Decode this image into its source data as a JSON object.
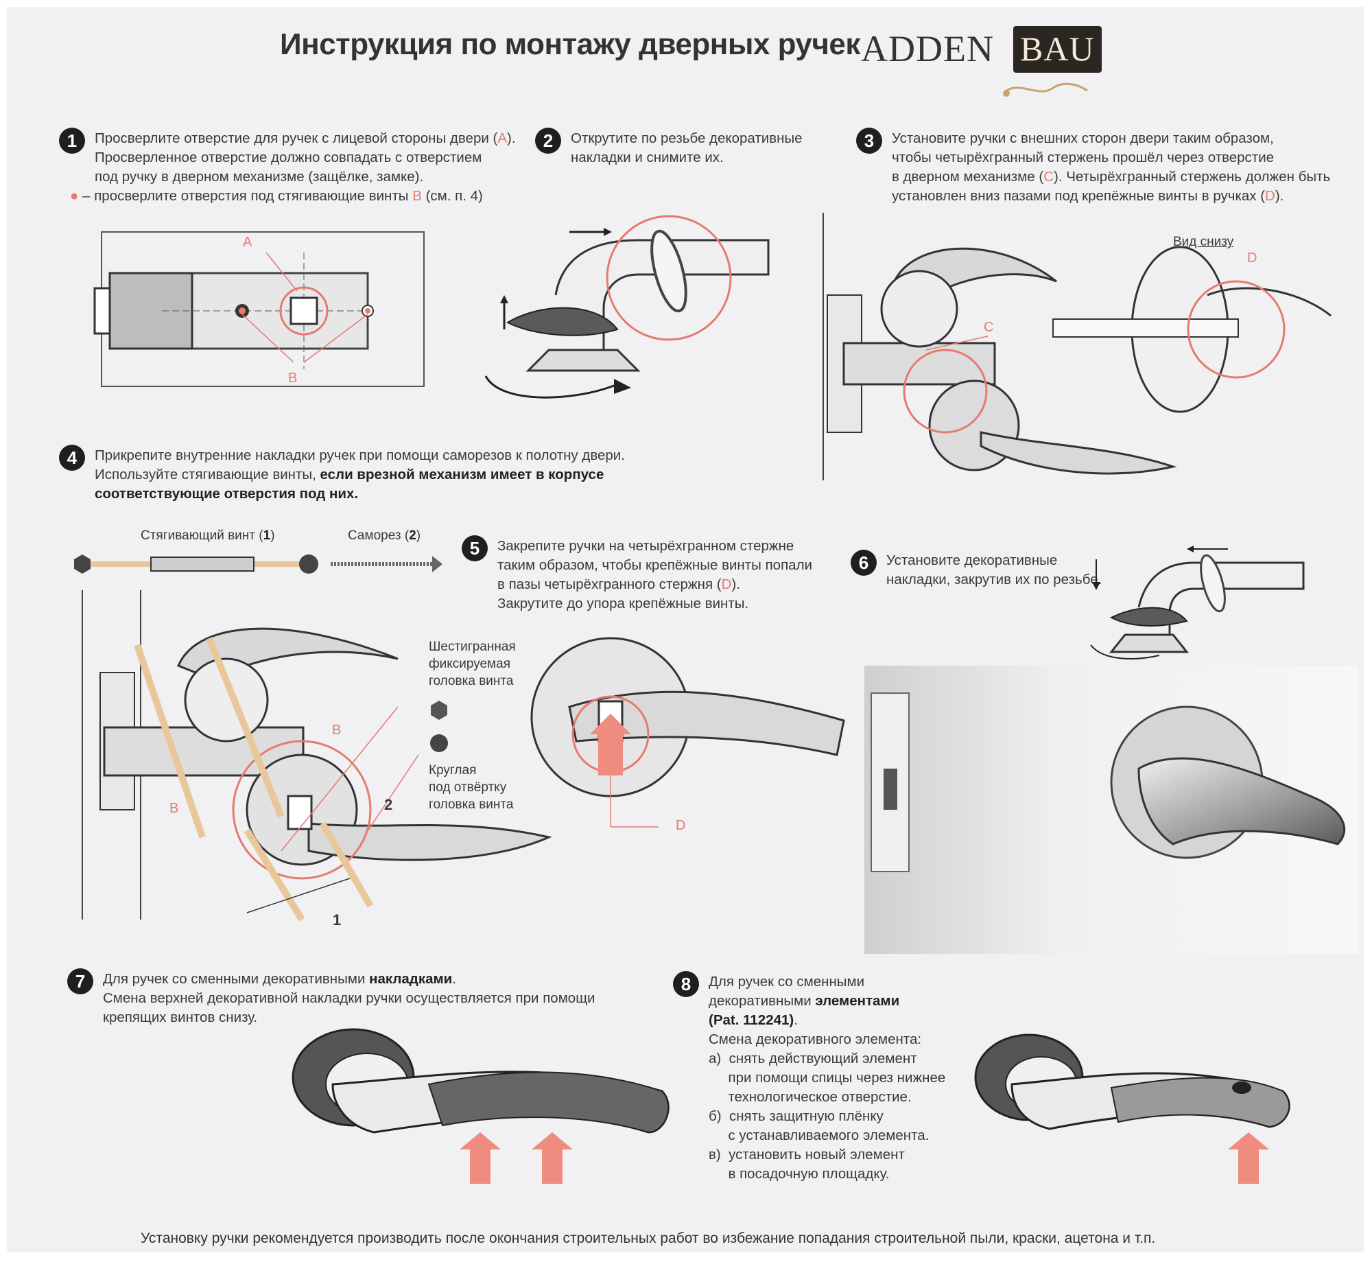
{
  "header": {
    "title": "Инструкция по монтажу дверных ручек",
    "logo_left": "ADDEN",
    "logo_right": "BAU"
  },
  "steps": {
    "s1": {
      "num": "1",
      "lines": [
        "Просверлите отверстие для ручек с лицевой стороны двери (",
        "A",
        ").",
        "Просверленное отверстие должно совпадать с отверстием",
        "под ручку в дверном механизме (защёлке, замке).",
        "– просверлите отверстия под стягивающие винты ",
        "B",
        " (см. п. 4)"
      ]
    },
    "s2": {
      "num": "2",
      "lines": [
        "Открутите по резьбе декоративные",
        "накладки и снимите их."
      ]
    },
    "s3": {
      "num": "3",
      "lines": [
        "Установите ручки с внешних сторон двери таким образом,",
        "чтобы четырёхгранный стержень прошёл через отверстие",
        "в дверном механизме (",
        "C",
        "). Четырёхгранный стержень должен быть",
        "установлен вниз пазами под крепёжные винты в ручках (",
        "D",
        ")."
      ]
    },
    "s4": {
      "num": "4",
      "lines": [
        "Прикрепите внутренние накладки ручек при помощи саморезов к полотну двери.",
        "Используйте стягивающие винты, ",
        "если врезной механизм имеет в корпусе",
        "соответствующие отверстия под них."
      ]
    },
    "s5": {
      "num": "5",
      "lines": [
        "Закрепите ручки на четырёхгранном стержне",
        "таким образом, чтобы крепёжные винты попали",
        "в пазы четырёхгранного стержня (",
        "D",
        ").",
        "Закрутите до упора крепёжные винты."
      ]
    },
    "s6": {
      "num": "6",
      "lines": [
        "Установите декоративные",
        "накладки, закрутив их по резьбе."
      ]
    },
    "s7": {
      "num": "7",
      "lines": [
        "Для ручек со сменными декоративными ",
        "накладками",
        ".",
        "Смена верхней декоративной накладки ручки осуществляется при помощи",
        "крепящих винтов снизу."
      ]
    },
    "s8": {
      "num": "8",
      "lines": [
        "Для ручек со сменными",
        "декоративными ",
        "элементами",
        "(Pat. 112241)",
        ".",
        "Смена декоративного элемента:",
        "а)  снять действующий элемент",
        "     при помощи спицы через нижнее",
        "     технологическое отверстие.",
        "б)  снять защитную плёнку",
        "     с устанавливаемого элемента.",
        "в)  установить новый элемент",
        "     в посадочную площадку."
      ]
    }
  },
  "labels": {
    "a": "A",
    "b": "B",
    "c": "C",
    "d": "D",
    "view_bottom": "Вид снизу",
    "tie_screw": "Стягивающий винт (",
    "tie_screw_num": "1",
    "close_paren": ")",
    "self_tap": "Саморез (",
    "self_tap_num": "2",
    "hex_head": "Шестигранная\nфиксируемая\nголовка винта",
    "round_head": "Круглая\nпод отвёртку\nголовка винта",
    "n1": "1",
    "n2": "2"
  },
  "footer": "Установку ручки рекомендуется производить после окончания строительных работ во избежание попадания строительной пыли, краски, ацетона и т.п.",
  "colors": {
    "accent_red": "#e57a6f",
    "arrow_fill": "#ef8b7f",
    "wood": "#e8c89a",
    "dark": "#1f1f1f"
  }
}
